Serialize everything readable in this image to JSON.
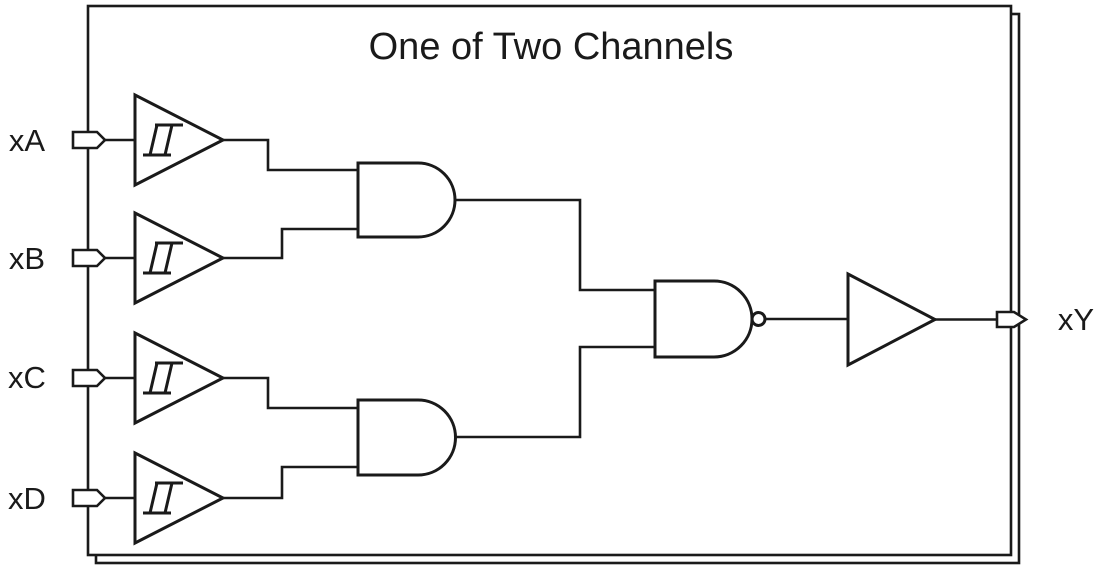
{
  "title": "One of Two Channels",
  "inputs": [
    {
      "label": "xA"
    },
    {
      "label": "xB"
    },
    {
      "label": "xC"
    },
    {
      "label": "xD"
    }
  ],
  "output": {
    "label": "xY"
  },
  "icons": {
    "schmitt_trigger": "hysteresis-buffer-icon",
    "and_gate": "and-gate-icon",
    "nand_gate": "nand-gate-icon",
    "buffer": "buffer-icon"
  },
  "colors": {
    "line": "#1a1a1a",
    "background": "#ffffff"
  }
}
